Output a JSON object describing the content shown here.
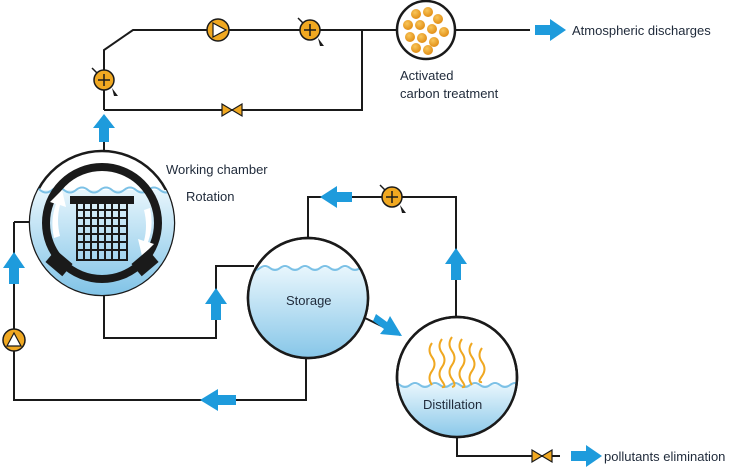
{
  "labels": {
    "atmospheric_discharges": "Atmospheric discharges",
    "activated_carbon_line1": "Activated",
    "activated_carbon_line2": "carbon treatment",
    "working_chamber": "Working chamber",
    "rotation": "Rotation",
    "storage": "Storage",
    "distillation": "Distillation",
    "pollutants_elimination": "pollutants elimination"
  },
  "colors": {
    "pipe": "#1a1a1a",
    "flow_arrow": "#1e9bdc",
    "liquid": "#9fd3ef",
    "liquid_light": "#cdeaf8",
    "pump_fill": "#f0a821",
    "valve_fill": "#f0a821",
    "vapor": "#f0a821"
  },
  "icons": {
    "pump": "pump-icon",
    "fan": "fan-icon",
    "valve": "valve-icon",
    "flow_arrow": "flow-arrow-icon",
    "rotation_arrow": "rotation-arrow-icon"
  }
}
